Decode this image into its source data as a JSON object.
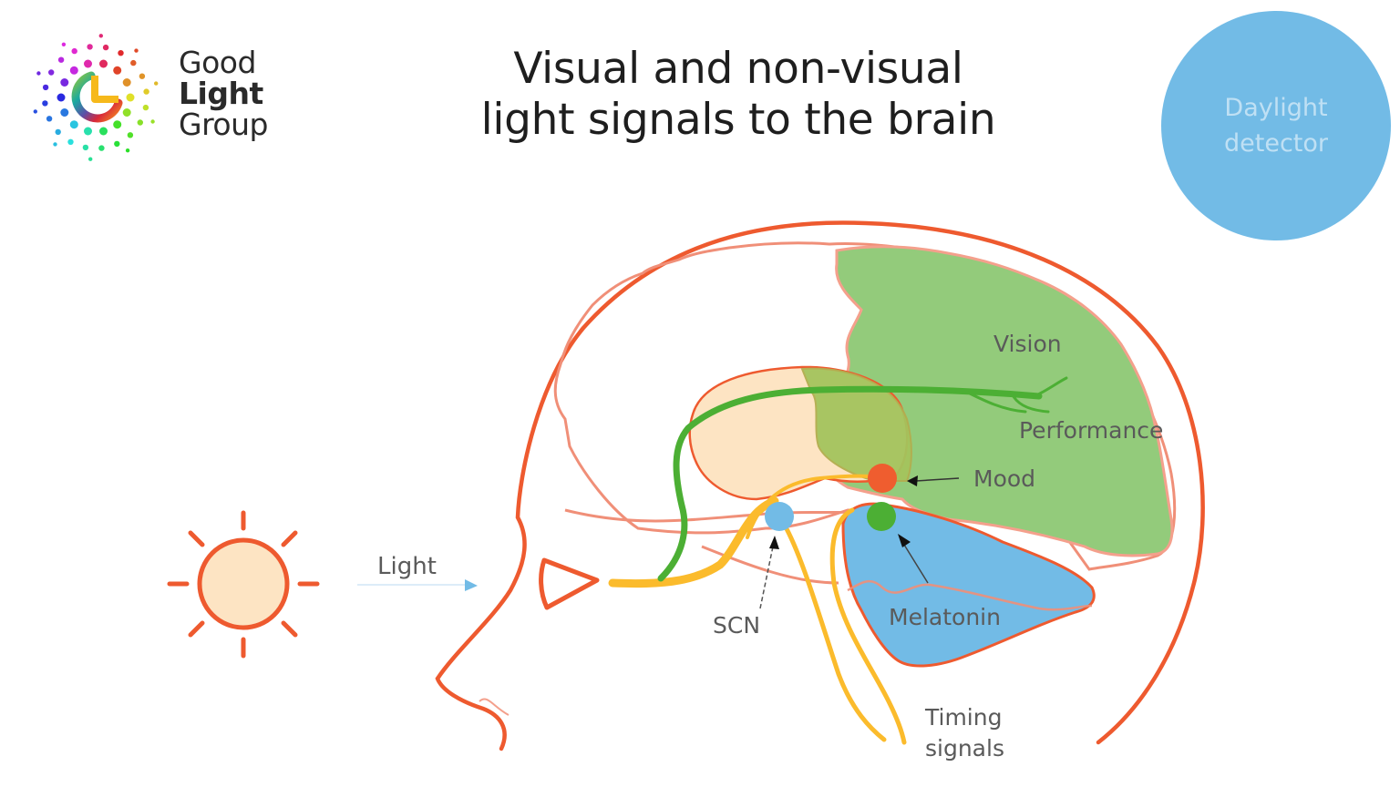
{
  "logo": {
    "name_lines": [
      "Good",
      "Light",
      "Group"
    ],
    "icon": "rainbow-clock-icon"
  },
  "title": {
    "line1": "Visual and non-visual",
    "line2": "light signals to the brain"
  },
  "badge": {
    "line1": "Daylight",
    "line2": "detector",
    "color": "#72bbe6"
  },
  "labels": {
    "light": "Light",
    "vision": "Vision",
    "performance": "Performance",
    "mood": "Mood",
    "scn": "SCN",
    "melatonin": "Melatonin",
    "timing_line1": "Timing",
    "timing_line2": "signals"
  },
  "icons": {
    "sun": "sun-icon",
    "eye": "eye-icon"
  },
  "colors": {
    "outline": "#ee5a2f",
    "brain_outline": "#f08f78",
    "vision_area": "#93cb7b",
    "thalamus": "#fde4c3",
    "cerebellum": "#72bbe6",
    "visual_pathway": "#4caf34",
    "nonvisual_pathway": "#fbbb2c",
    "mood_node": "#ef5d2f",
    "scn_node": "#72bbe6",
    "melatonin_node": "#4caf34"
  }
}
